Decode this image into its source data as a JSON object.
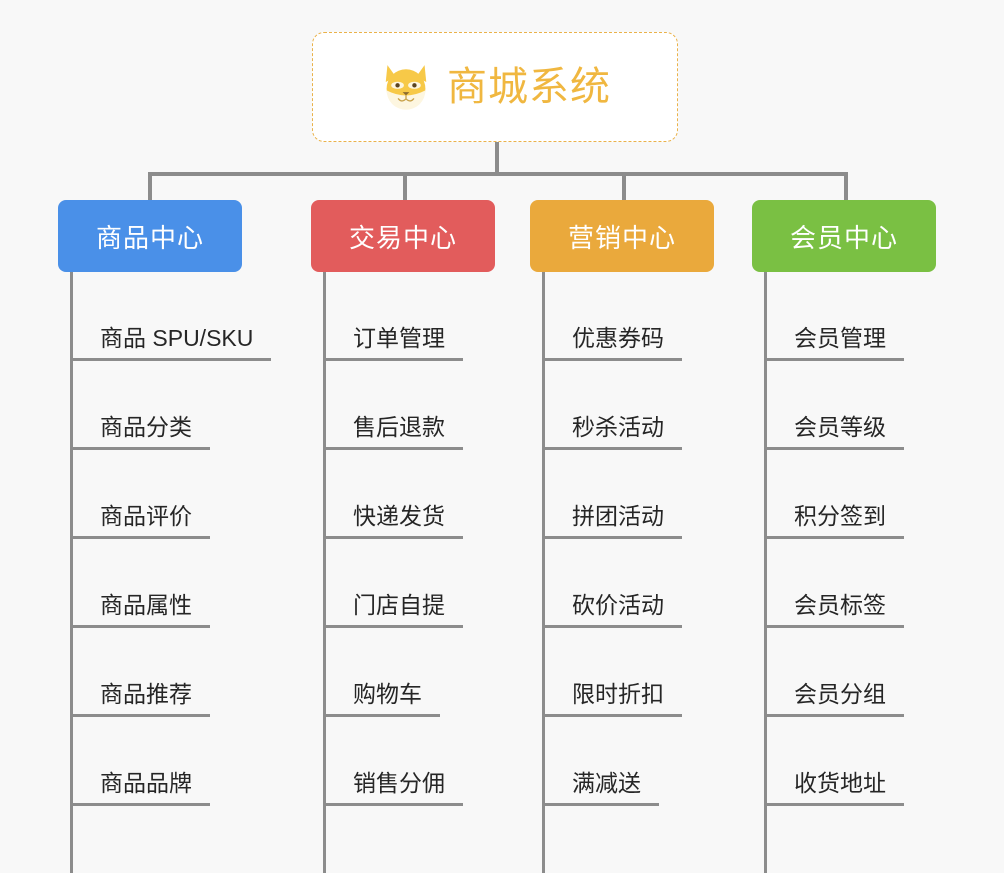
{
  "background_color": "#f8f8f8",
  "connector_color": "#8c8c8c",
  "root": {
    "title": "商城系统",
    "icon": "shiba-dog-face-icon",
    "text_color": "#f0b740",
    "border_color": "#eab24a",
    "background_color": "#ffffff"
  },
  "categories": [
    {
      "label": "商品中心",
      "color": "#4a90e8",
      "items": [
        "商品 SPU/SKU",
        "商品分类",
        "商品评价",
        "商品属性",
        "商品推荐",
        "商品品牌"
      ]
    },
    {
      "label": "交易中心",
      "color": "#e25c5c",
      "items": [
        "订单管理",
        "售后退款",
        "快递发货",
        "门店自提",
        "购物车",
        "销售分佣"
      ]
    },
    {
      "label": "营销中心",
      "color": "#eaa93c",
      "items": [
        "优惠券码",
        "秒杀活动",
        "拼团活动",
        "砍价活动",
        "限时折扣",
        "满减送"
      ]
    },
    {
      "label": "会员中心",
      "color": "#7ac043",
      "items": [
        "会员管理",
        "会员等级",
        "积分签到",
        "会员标签",
        "会员分组",
        "收货地址"
      ]
    }
  ]
}
